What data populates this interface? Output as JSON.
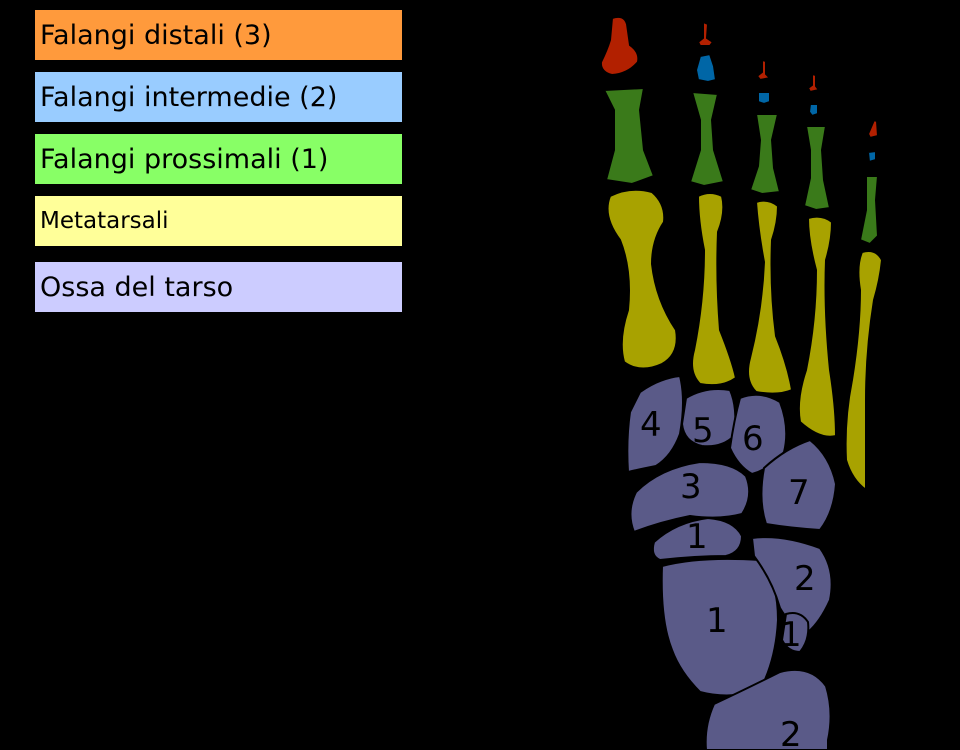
{
  "legend": [
    {
      "label": "Falangi distali (3)",
      "color": "#ff9a3c"
    },
    {
      "label": "Falangi intermedie (2)",
      "color": "#99ccff"
    },
    {
      "label": "Falangi prossimali (1)",
      "color": "#88ff66"
    },
    {
      "label": "Metatarsali",
      "color": "#ffff99"
    },
    {
      "label": "Ossa del tarso",
      "color": "#ccccff"
    }
  ],
  "bone_colors": {
    "distal": "#b22000",
    "intermediate": "#0066a6",
    "proximal": "#3a7a1a",
    "metatarsal": "#a8a200",
    "tarsal": "#5a5a88"
  },
  "tarsal_labels": [
    "4",
    "5",
    "6",
    "3",
    "7",
    "1",
    "2",
    "1",
    "1",
    "2"
  ]
}
